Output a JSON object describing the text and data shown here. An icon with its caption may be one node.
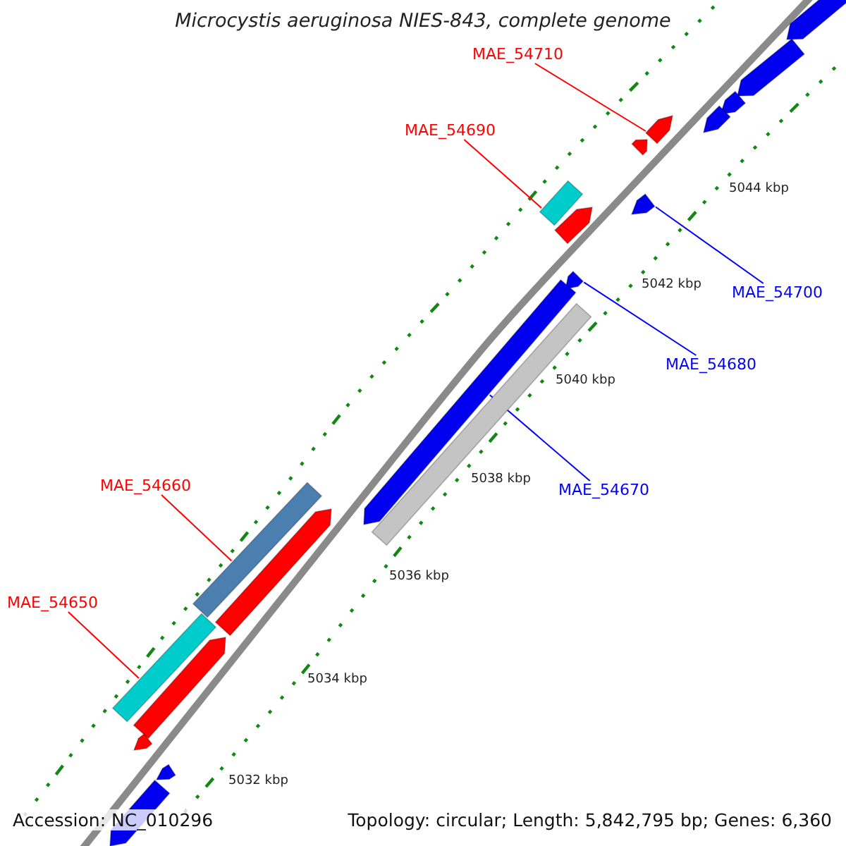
{
  "diagram": {
    "title": "Microcystis aeruginosa NIES-843, complete genome",
    "nodes": [
      {
        "text": [
          "MAE_54710"
        ]
      },
      {
        "text": [
          "MAE_54690"
        ]
      },
      {
        "text": [
          "MAE_54700"
        ]
      },
      {
        "text": [
          "MAE_54680"
        ]
      },
      {
        "text": [
          "MAE_54670"
        ]
      },
      {
        "text": [
          "MAE_54660"
        ]
      },
      {
        "text": [
          "MAE_54650"
        ]
      },
      {
        "text": [],
        "shape": "arrow"
      },
      {
        "text": [],
        "shape": "bar"
      },
      {
        "text": [],
        "shape": "arrow"
      },
      {
        "text": [],
        "shape": "arrow"
      },
      {
        "text": [],
        "shape": "arrow"
      },
      {
        "text": [],
        "shape": "bar"
      },
      {
        "text": [],
        "shape": "bar"
      },
      {
        "text": [],
        "shape": "arrow"
      },
      {
        "text": [],
        "shape": "arrow"
      },
      {
        "text": [],
        "shape": "arrow"
      },
      {
        "text": [],
        "shape": "arrow"
      },
      {
        "text": [],
        "shape": "arrow"
      },
      {
        "text": [],
        "shape": "arrow"
      },
      {
        "text": [],
        "shape": "bar"
      },
      {
        "text": [],
        "shape": "arrow"
      },
      {
        "text": [],
        "shape": "arrow"
      },
      {
        "text": [],
        "shape": "arrow"
      },
      {
        "text": [],
        "shape": "arrow"
      },
      {
        "text": [],
        "shape": "arrow"
      }
    ],
    "edges": [
      {
        "from": 0,
        "to": 7,
        "arrow": "none"
      },
      {
        "from": 1,
        "to": 8,
        "arrow": "none"
      },
      {
        "from": 2,
        "to": 9,
        "arrow": "none",
        "color": "#0000ff"
      },
      {
        "from": 3,
        "to": 10,
        "arrow": "none",
        "color": "#0000ff"
      },
      {
        "from": 4,
        "to": 11,
        "arrow": "none",
        "color": "#0000ff"
      },
      {
        "from": 5,
        "to": 12,
        "arrow": "none"
      },
      {
        "from": 6,
        "to": 13,
        "arrow": "none"
      }
    ],
    "labels": [
      "5044 kbp",
      "5042 kbp",
      "5040 kbp",
      "5038 kbp",
      "5036 kbp",
      "5034 kbp",
      "5032 kbp",
      "Accession: NC_010296",
      "Topology: circular; Length: 5,842,795 bp; Genes: 6,360"
    ]
  }
}
